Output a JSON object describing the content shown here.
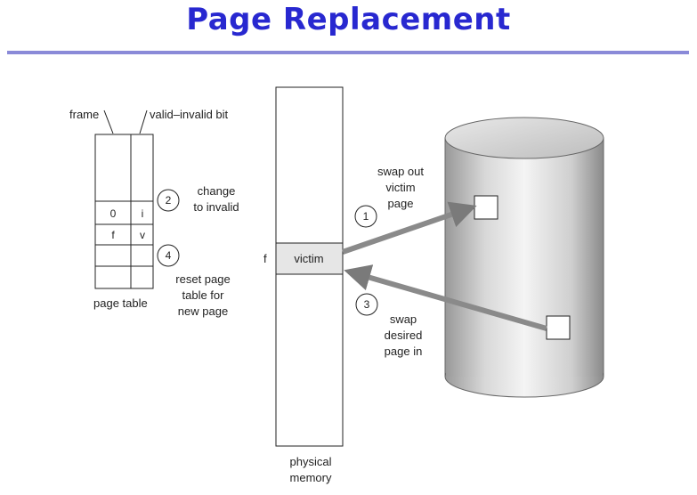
{
  "title": "Page Replacement",
  "page_table": {
    "frame_label": "frame",
    "valid_bit_label": "valid–invalid bit",
    "caption": "page table",
    "rows": [
      {
        "frame": "0",
        "bit": "i"
      },
      {
        "frame": "f",
        "bit": "v"
      }
    ]
  },
  "memory": {
    "caption_line1": "physical",
    "caption_line2": "memory",
    "frame_marker": "f",
    "victim_label": "victim"
  },
  "steps": [
    {
      "num": "1",
      "line1": "swap out",
      "line2": "victim",
      "line3": "page"
    },
    {
      "num": "2",
      "line1": "change",
      "line2": "to invalid"
    },
    {
      "num": "3",
      "line1": "swap",
      "line2": "desired",
      "line3": "page in"
    },
    {
      "num": "4",
      "line1": "reset page",
      "line2": "table for",
      "line3": "new page"
    }
  ],
  "colors": {
    "title": "#2828d0",
    "rule": "#8a8ad8",
    "disk_light": "#f0f0f0",
    "disk_dark": "#8a8a8a",
    "arrow": "#808080"
  }
}
